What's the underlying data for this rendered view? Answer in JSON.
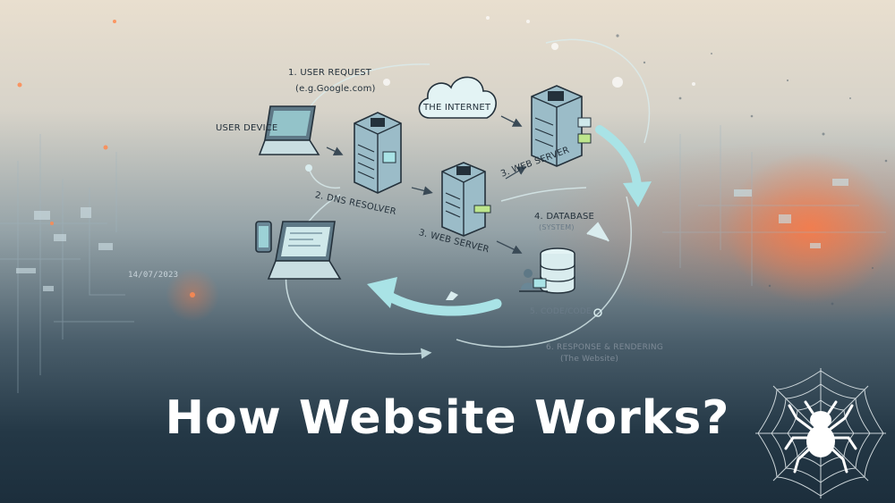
{
  "title": "How Website Works?",
  "labels": {
    "user_request": "1. USER REQUEST",
    "user_request_example": "(e.g.Google.com)",
    "the_internet": "THE INTERNET",
    "user_device": "USER DEVICE",
    "dns_resolver": "2. DNS RESOLVER",
    "web_server_top": "3. WEB SERVER",
    "web_server_mid": "3. WEB SERVER",
    "database": "4. DATABASE",
    "database_sub": "(SYSTEM)",
    "code": "5. CODE/CODE",
    "response_rendering": "6. RESPONSE & RENDERING",
    "response_rendering_sub": "(The Website)",
    "side_text": "14/07/2023"
  },
  "icons": [
    "cloud-icon",
    "laptop-icon",
    "server-icon",
    "database-icon",
    "developer-icon",
    "phone-icon",
    "spider-web-icon"
  ],
  "colors": {
    "accent": "#a9e3e6",
    "orange": "#ee6e3c",
    "title": "#ffffff",
    "dark_bg": "#1c2e3c"
  }
}
